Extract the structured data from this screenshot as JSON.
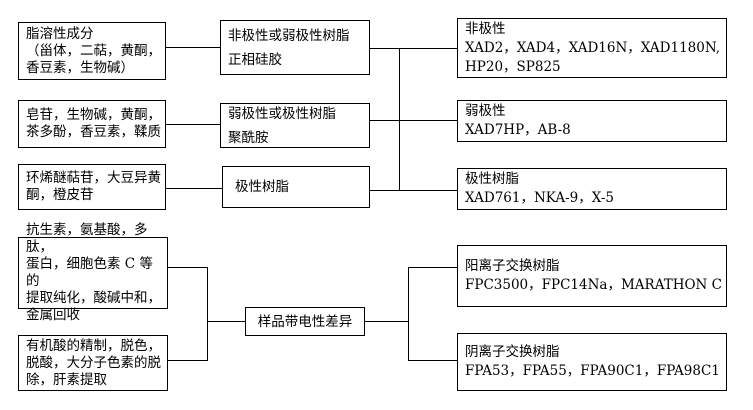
{
  "colors": {
    "line": "#000000",
    "background": "#ffffff",
    "text": "#000000"
  },
  "boxes": {
    "lipid_soluble": {
      "text": "脂溶性成分\n（甾体，二萜，黄酮，\n香豆素，生物碱）"
    },
    "saponins": {
      "text": "皂苷，生物碱，黄酮，\n茶多酚，香豆素，鞣质"
    },
    "iridoids": {
      "text": "环烯醚萜苷，大豆异黄\n酮，橙皮苷"
    },
    "biomolecules": {
      "text": "抗生素，氨基酸，多肽，\n蛋白，细胞色素 C 等的\n提取纯化，酸碱中和，\n金属回收"
    },
    "organic_acids": {
      "text": "有机酸的精制，脱色，\n脱酸，大分子色素的脱\n除，肝素提取"
    },
    "resin_nonpolar_weak": {
      "text": "非极性或弱极性树脂\n正相硅胶"
    },
    "resin_weak_polar": {
      "text": "弱极性或极性树脂\n聚酰胺"
    },
    "resin_polar": {
      "text": "极性树脂"
    },
    "charge_difference": {
      "text": "样品带电性差异"
    },
    "list_nonpolar": {
      "text": "非极性\nXAD2，XAD4，XAD16N，XAD1180N,\nHP20，SP825"
    },
    "list_weak_polar": {
      "text": "弱极性\nXAD7HP，AB-8"
    },
    "list_polar": {
      "text": "极性树脂\nXAD761，NKA-9，X-5"
    },
    "list_cation": {
      "text": "阳离子交换树脂\nFPC3500，FPC14Na，MARATHON C"
    },
    "list_anion": {
      "text": "阴离子交换树脂\nFPA53，FPA55，FPA90C1，FPA98C1"
    }
  }
}
